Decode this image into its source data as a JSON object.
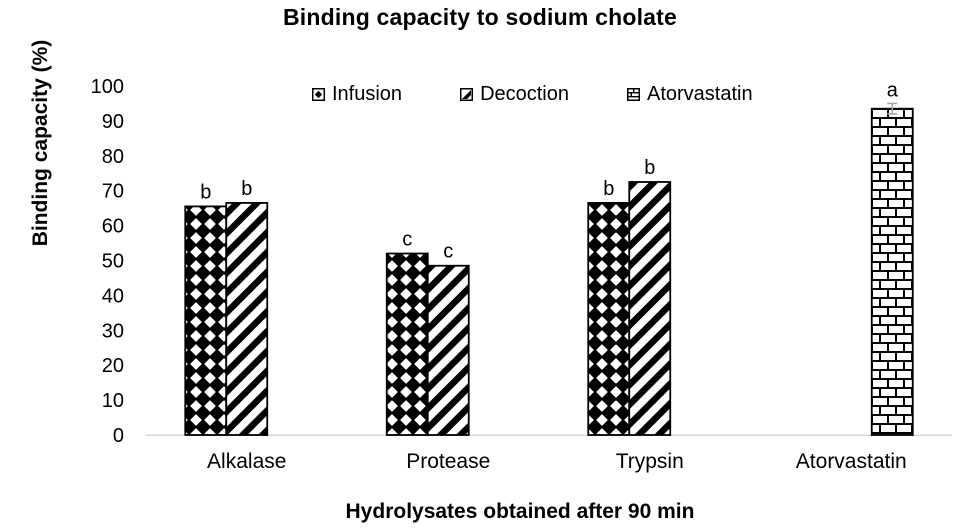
{
  "chart_data": {
    "type": "bar",
    "title": "Binding capacity to sodium cholate",
    "xlabel": "Hydrolysates obtained after 90 min",
    "ylabel": "Binding capacity (%)",
    "categories": [
      "Alkalase",
      "Protease",
      "Trypsin",
      "Atorvastatin"
    ],
    "y_ticks": [
      0,
      10,
      20,
      30,
      40,
      50,
      60,
      70,
      80,
      90,
      100
    ],
    "ylim": [
      0,
      100
    ],
    "grid": false,
    "legend_position": "top-center",
    "series": [
      {
        "name": "Infusion",
        "pattern": "diamond",
        "values": [
          65.5,
          52,
          66.5,
          null
        ],
        "letters": [
          "b",
          "c",
          "b",
          null
        ],
        "errors": [
          null,
          null,
          null,
          null
        ]
      },
      {
        "name": "Decoction",
        "pattern": "stripe",
        "values": [
          66.5,
          48.5,
          72.5,
          null
        ],
        "letters": [
          "b",
          "c",
          "b",
          null
        ],
        "errors": [
          null,
          null,
          null,
          null
        ]
      },
      {
        "name": "Atorvastatin",
        "pattern": "brick",
        "values": [
          null,
          null,
          null,
          93.5
        ],
        "letters": [
          null,
          null,
          null,
          "a"
        ],
        "errors": [
          null,
          null,
          null,
          1.5
        ]
      }
    ]
  },
  "colors": {
    "ink": "#000000",
    "background": "#ffffff",
    "baseline": "#d9d9d9",
    "error_bar": "#a6a6a6"
  }
}
